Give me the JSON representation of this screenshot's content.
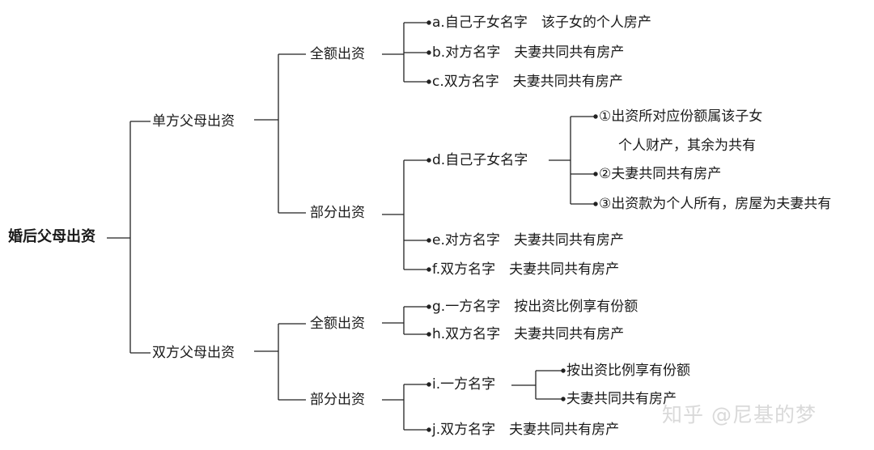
{
  "colors": {
    "line": "#222222",
    "text": "#1a1a1a",
    "watermark": "#d9d9d9"
  },
  "root": "婚后父母出资",
  "single_parent": {
    "label": "单方父母出资",
    "full": {
      "label": "全额出资",
      "a": "a.自己子女名字　该子女的个人房产",
      "b": "b.对方名字　夫妻共同共有房产",
      "c": "c.双方名字　夫妻共同共有房产"
    },
    "partial": {
      "label": "部分出资",
      "d": {
        "label": "d.自己子女名字",
        "opt1_line1": "①出资所对应份额属该子女",
        "opt1_line2": "个人财产，其余为共有",
        "opt2": "②夫妻共同共有房产",
        "opt3": "③出资款为个人所有，房屋为夫妻共有"
      },
      "e": "e.对方名字　夫妻共同共有房产",
      "f": "f.双方名字　夫妻共同共有房产"
    }
  },
  "both_parents": {
    "label": "双方父母出资",
    "full": {
      "label": "全额出资",
      "g": "g.一方名字　按出资比例享有份额",
      "h": "h.双方名字　夫妻共同共有房产"
    },
    "partial": {
      "label": "部分出资",
      "i": {
        "label": "i.一方名字",
        "opt1": "按出资比例享有份额",
        "opt2": "夫妻共同共有房产"
      },
      "j": "j.双方名字　夫妻共同共有房产"
    }
  },
  "watermark": "知乎 @尼基的梦"
}
